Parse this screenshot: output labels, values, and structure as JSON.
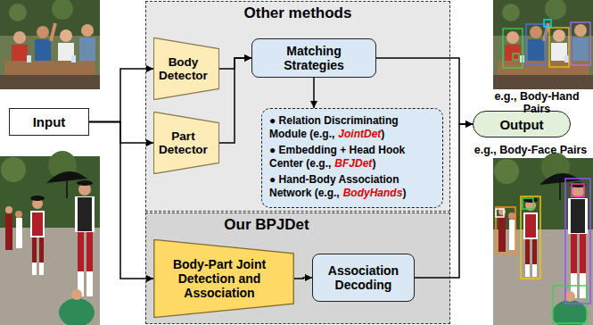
{
  "diagram": {
    "nodes": [
      {
        "text": [
          "Other methods"
        ]
      },
      {
        "text": [
          "Body Detector"
        ],
        "in": 0
      },
      {
        "text": [
          "Part Detector"
        ],
        "in": 0
      },
      {
        "text": [
          "Matching Strategies"
        ],
        "in": 0
      },
      {
        "text": [
          "● Relation Discriminating Module (e.g.,",
          "JointDet",
          ")",
          "● Embedding + Head Hook Center (e.g.,",
          "BFJDet",
          ")",
          "● Hand-Body Association Network (e.g.,",
          "BodyHands",
          ")"
        ],
        "in": 0
      },
      {
        "text": [
          "Our BPJDet"
        ]
      },
      {
        "text": [
          "Body-Part Joint Detection and Association"
        ],
        "in": 5
      },
      {
        "text": [
          "Association Decoding"
        ],
        "in": 5
      },
      {
        "text": [
          "Input"
        ]
      },
      {
        "text": [
          "Output"
        ]
      }
    ],
    "edges": [
      {
        "from": 8,
        "to": 1,
        "arrow": "to"
      },
      {
        "from": 8,
        "to": 2,
        "arrow": "to"
      },
      {
        "from": 8,
        "to": 6,
        "arrow": "to"
      },
      {
        "from": 1,
        "to": 3,
        "arrow": "to"
      },
      {
        "from": 2,
        "to": 3,
        "arrow": "to"
      },
      {
        "from": 3,
        "to": 4,
        "arrow": "to"
      },
      {
        "from": 3,
        "to": 9,
        "arrow": "to"
      },
      {
        "from": 6,
        "to": 7,
        "arrow": "to"
      },
      {
        "from": 7,
        "to": 9,
        "arrow": "to"
      }
    ],
    "labels": [
      "e.g., Body-Hand Pairs",
      "e.g., Body-Face Pairs"
    ]
  }
}
